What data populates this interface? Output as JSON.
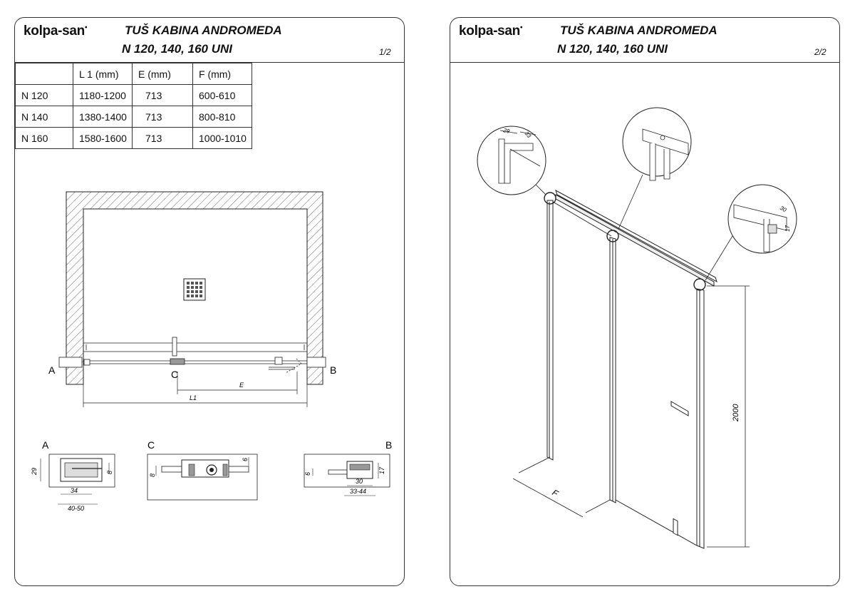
{
  "brand": {
    "logo_text": "kolpa-san"
  },
  "page1": {
    "title_line1": "TUŠ KABINA ANDROMEDA",
    "title_line2": "N 120, 140, 160 UNI",
    "page_number": "1/2",
    "table": {
      "headers": [
        "",
        "L 1 (mm)",
        "E  (mm)",
        "F  (mm)"
      ],
      "rows": [
        [
          "N 120",
          "1180-1200",
          "713",
          "600-610"
        ],
        [
          "N 140",
          "1380-1400",
          "713",
          "800-810"
        ],
        [
          "N 160",
          "1580-1600",
          "713",
          "1000-1010"
        ]
      ]
    },
    "plan_labels": {
      "a": "A",
      "b": "B",
      "c": "C",
      "e": "E",
      "l1": "L1"
    },
    "detail_a": {
      "label": "A",
      "dim_height": "29",
      "dim_gap": "8",
      "dim_width": "34",
      "dim_range": "40-50"
    },
    "detail_c": {
      "label": "C",
      "dim_top": "6",
      "dim_side": "8"
    },
    "detail_b": {
      "label": "B",
      "dim_side": "6",
      "dim_height": "17",
      "dim_width": "30",
      "dim_range": "33-44"
    }
  },
  "page2": {
    "title_line1": "TUŠ KABINA ANDROMEDA",
    "title_line2": "N 120, 140, 160 UNI",
    "page_number": "2/2",
    "dim_height": "2000",
    "dim_depth": "F",
    "detail1": {
      "dim_a": "29",
      "dim_b": "33"
    },
    "detail3": {
      "dim_a": "30",
      "dim_b": "17"
    }
  }
}
